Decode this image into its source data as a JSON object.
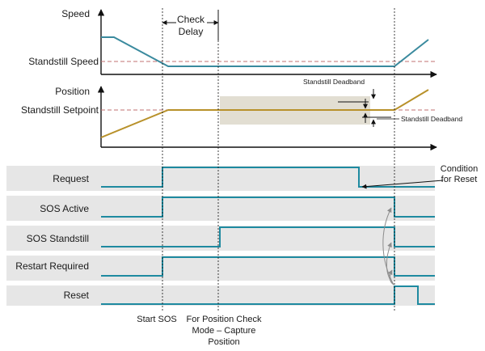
{
  "graphs": {
    "speed": {
      "axis_label": "Speed",
      "threshold_label": "Standstill Speed"
    },
    "position": {
      "axis_label": "Position",
      "setpoint_label": "Standstill Setpoint",
      "deadband_label_top": "Standstill Deadband",
      "deadband_label_right": "Standstill Deadband"
    }
  },
  "check_delay_label": [
    "Check",
    "Delay"
  ],
  "condition_label": [
    "Condition",
    "for Reset"
  ],
  "signals": [
    {
      "name": "Request"
    },
    {
      "name": "SOS Active"
    },
    {
      "name": "SOS Standstill"
    },
    {
      "name": "Restart Required"
    },
    {
      "name": "Reset"
    }
  ],
  "events": {
    "start_sos": "Start SOS",
    "capture_position": [
      "For Position Check",
      "Mode – Capture",
      "Position"
    ]
  },
  "colors": {
    "speed_line": "#3a8a9e",
    "position_line": "#b8912a",
    "signal_line": "#1e8aa0",
    "threshold": "#c07070",
    "row_band": "#e6e6e6",
    "deadband_fill": "#e2ded2",
    "arrow_gray": "#8c8c8c"
  }
}
